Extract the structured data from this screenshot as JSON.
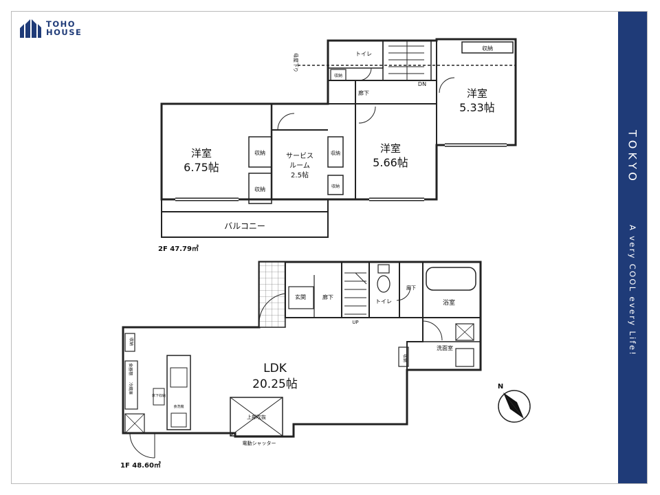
{
  "brand": {
    "line1": "TOHO",
    "line2": "HOUSE",
    "color": "#1f3b78"
  },
  "sidebar": {
    "city": "TOKYO",
    "slogan": "A very COOL every Life!",
    "background": "#1f3b78"
  },
  "floor2": {
    "area_label": "2F 47.79㎡",
    "rooms": {
      "western_a": {
        "name": "洋室",
        "size": "6.75帖"
      },
      "service": {
        "name_line1": "サービス",
        "name_line2": "ルーム",
        "size": "2.5帖"
      },
      "western_b": {
        "name": "洋室",
        "size": "5.66帖"
      },
      "western_c": {
        "name": "洋室",
        "size": "5.33帖"
      },
      "balcony": "バルコニー",
      "toilet": "トイレ",
      "hallway": "廊下",
      "stairs_dir": "DN",
      "storage": "収納"
    },
    "ceiling_note": "母屋下り"
  },
  "floor1": {
    "area_label": "1F 48.60㎡",
    "rooms": {
      "ldk": {
        "name": "LDK",
        "size": "20.25帖"
      },
      "entrance": "玄関",
      "hallway": "廊下",
      "toilet": "トイレ",
      "bath": "浴室",
      "washroom": "洗面室",
      "stairs_dir": "UP",
      "storage": "収納",
      "upper_void": "上部吹抜",
      "shutter": "電動シャッター",
      "cabinet1": "食器棚",
      "cabinet2": "冷蔵庫",
      "underfloor": "床下収納",
      "dishwasher": "食洗機"
    }
  },
  "compass": {
    "north": "N"
  }
}
